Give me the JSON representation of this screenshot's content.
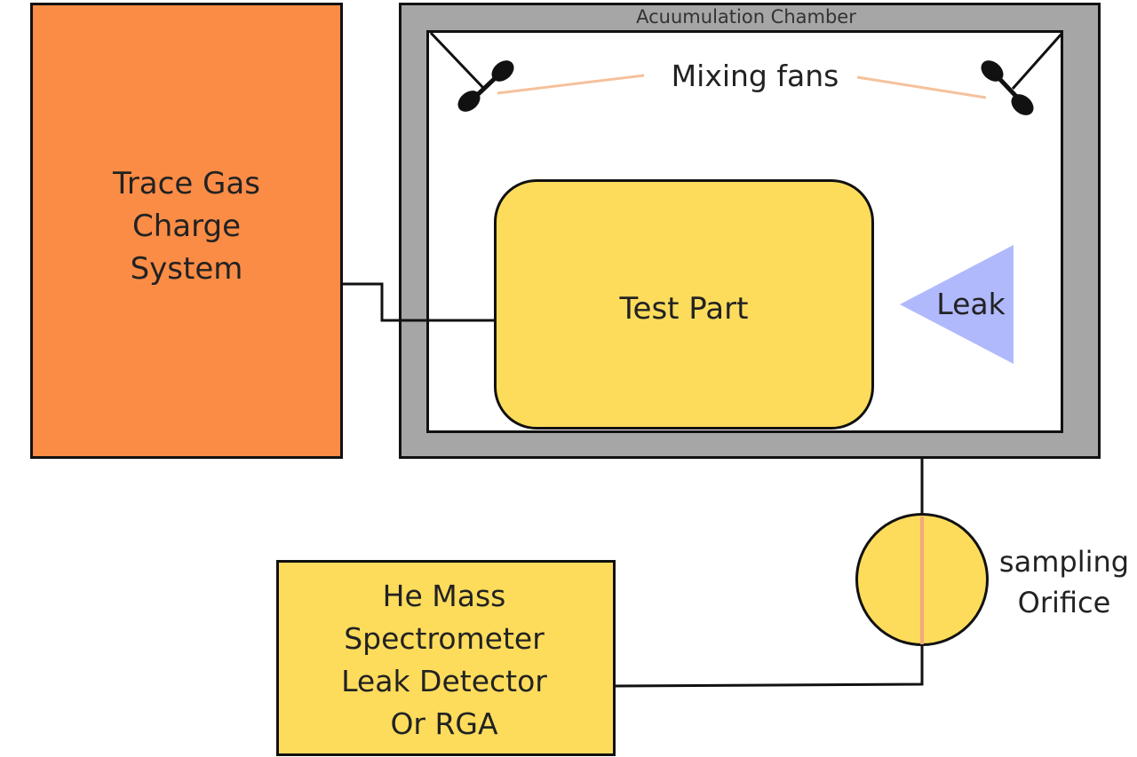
{
  "charge_system": {
    "label_lines": [
      "Trace Gas",
      "Charge",
      "System"
    ],
    "color": "#fb8c46"
  },
  "chamber": {
    "title": "Acuumulation Chamber",
    "wall_color": "#a6a6a6"
  },
  "fans": {
    "label": "Mixing fans",
    "pointer_color": "#f5c19b"
  },
  "test_part": {
    "label": "Test Part",
    "color": "#fddc5c"
  },
  "leak": {
    "label": "Leak",
    "color": "#b1b9fd"
  },
  "orifice": {
    "label_lines": [
      "sampling",
      "Orifice"
    ]
  },
  "detector": {
    "label_lines": [
      "He Mass",
      "Spectrometer",
      "Leak Detector",
      "Or RGA"
    ]
  }
}
